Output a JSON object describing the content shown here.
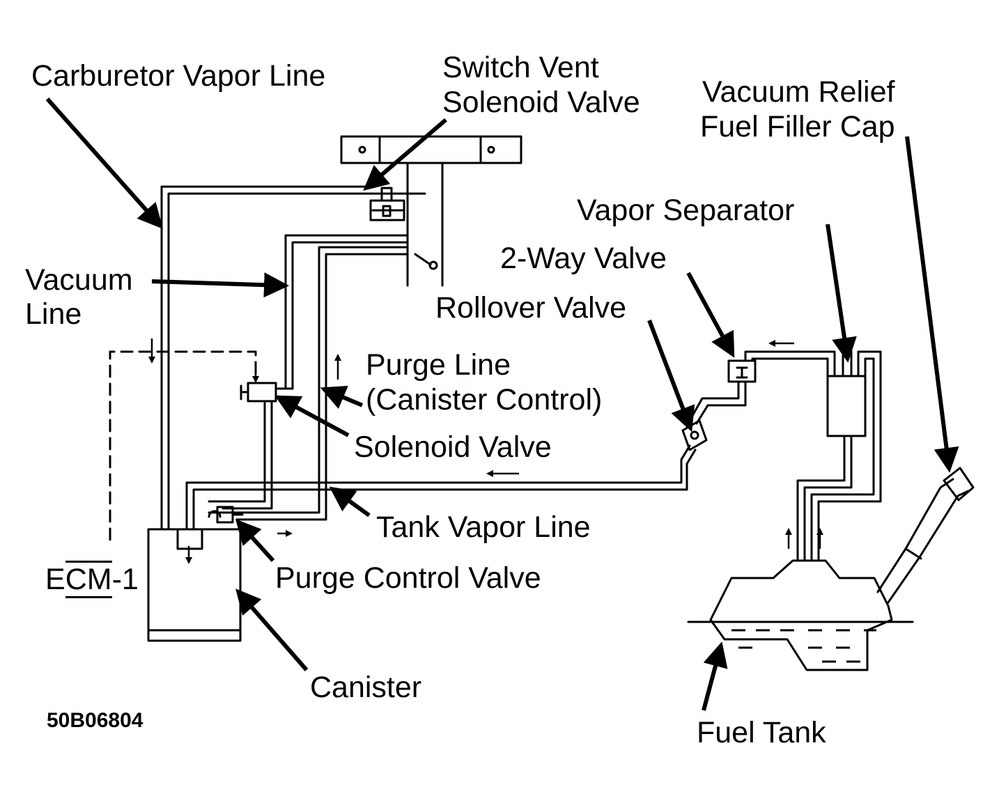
{
  "labels": {
    "carburetor_vapor_line": "Carburetor Vapor Line",
    "switch_vent_line1": "Switch Vent",
    "switch_vent_line2": "Solenoid Valve",
    "vacuum_relief_line1": "Vacuum Relief",
    "vacuum_relief_line2": "Fuel Filler Cap",
    "vapor_separator": "Vapor Separator",
    "two_way_valve": "2-Way Valve",
    "vacuum_line1": "Vacuum",
    "vacuum_line2": "Line",
    "rollover_valve": "Rollover Valve",
    "purge_line1": "Purge Line",
    "purge_line2": "(Canister Control)",
    "solenoid_valve": "Solenoid Valve",
    "tank_vapor_line": "Tank Vapor Line",
    "ecm_prefix": "E",
    "ecm_boxed": "CM",
    "ecm_suffix": "1",
    "purge_control_valve": "Purge Control Valve",
    "canister": "Canister",
    "fuel_tank": "Fuel Tank"
  },
  "figure_code": "50B06804",
  "colors": {
    "ink": "#000000",
    "paper": "#ffffff"
  }
}
